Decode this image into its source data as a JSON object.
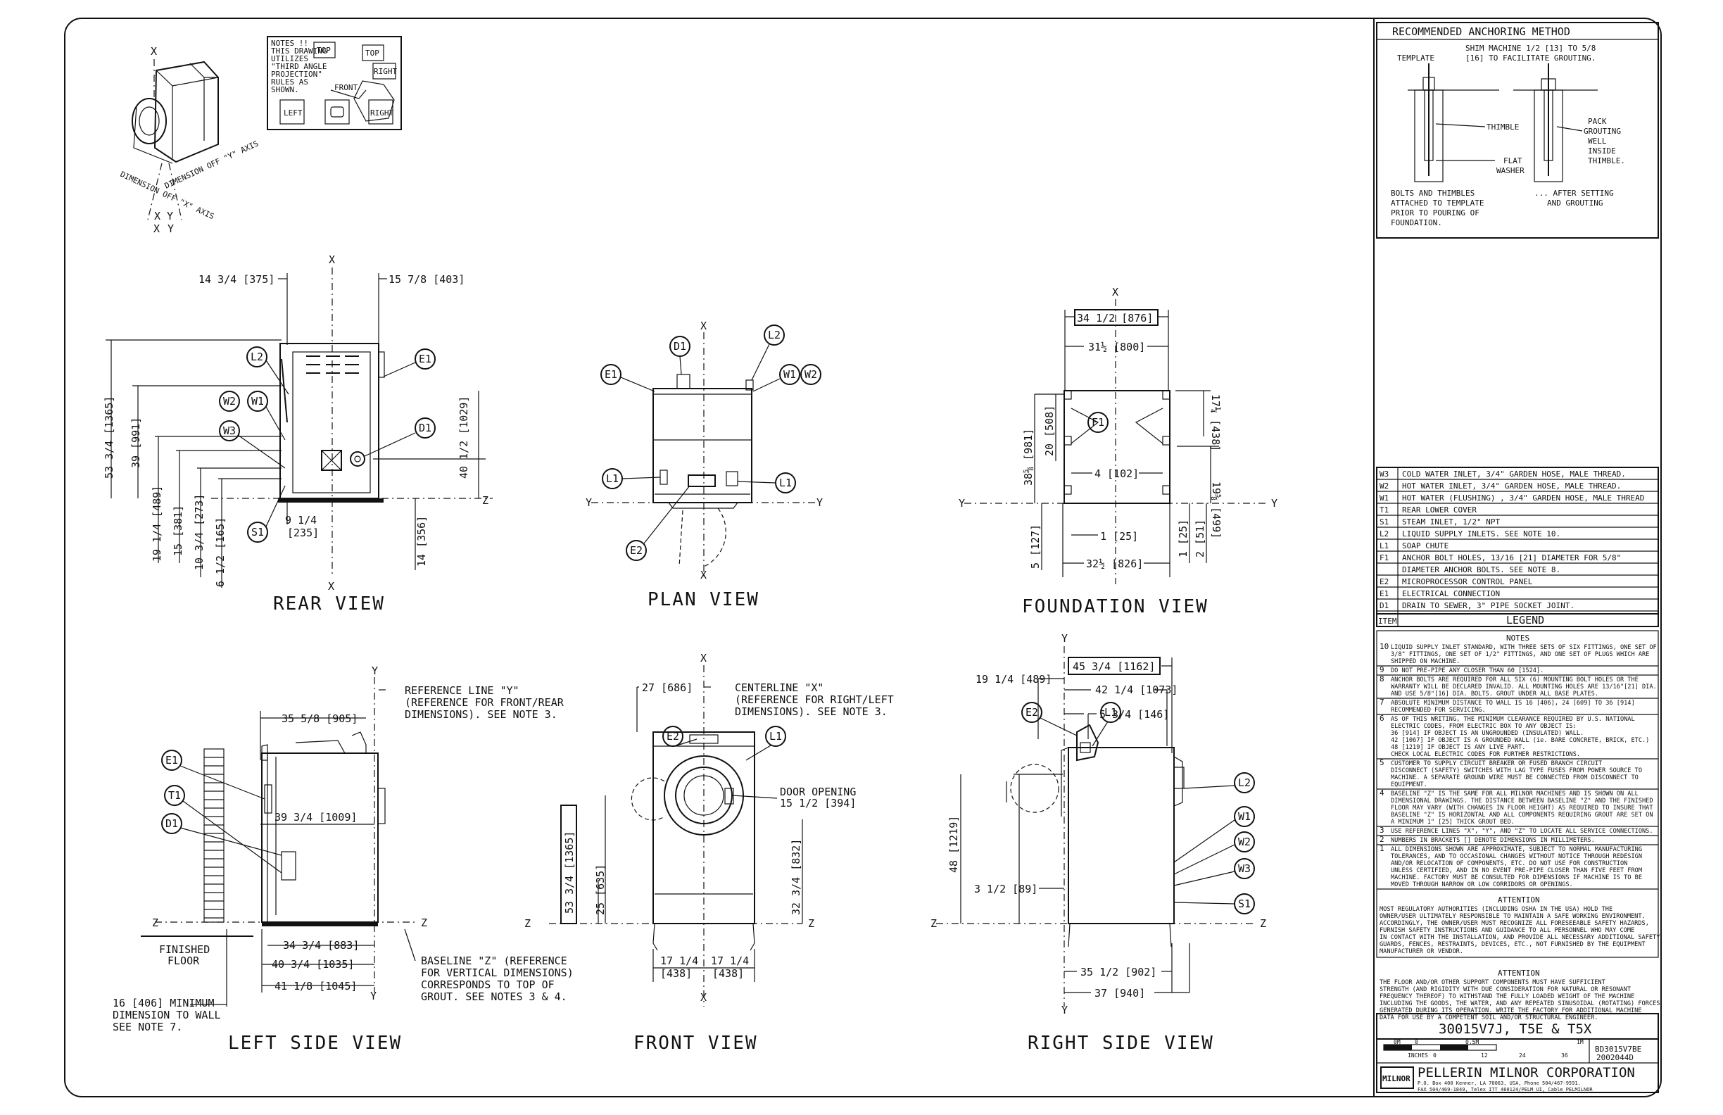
{
  "views": {
    "rear": "REAR VIEW",
    "plan": "PLAN VIEW",
    "foundation": "FOUNDATION VIEW",
    "left": "LEFT SIDE VIEW",
    "front": "FRONT VIEW",
    "right": "RIGHT SIDE VIEW"
  },
  "axes": {
    "x": "X",
    "y": "Y",
    "z": "Z"
  },
  "iso": {
    "dim_x": "DIMENSION OFF \"X\" AXIS",
    "dim_y": "DIMENSION OFF \"Y\" AXIS"
  },
  "projection_note": {
    "lines": [
      "NOTES !!",
      "THIS DRAWING",
      "UTILIZES",
      "\"THIRD ANGLE",
      "PROJECTION\"",
      "RULES AS",
      "SHOWN."
    ],
    "top": "TOP",
    "top2": "TOP",
    "right": "RIGHT",
    "front": "FRONT",
    "left": "LEFT",
    "right2": "RIGHT"
  },
  "anchoring": {
    "title": "RECOMMENDED ANCHORING METHOD",
    "template": "TEMPLATE",
    "shim": [
      "SHIM MACHINE 1/2 [13] TO 5/8",
      "[16] TO FACILITATE GROUTING."
    ],
    "thimble": "THIMBLE",
    "pack": [
      "PACK",
      "GROUTING",
      "WELL",
      "INSIDE",
      "THIMBLE."
    ],
    "flat": [
      "FLAT",
      "WASHER"
    ],
    "bolts": [
      "BOLTS AND THIMBLES",
      "ATTACHED TO TEMPLATE",
      "PRIOR TO POURING OF",
      "FOUNDATION."
    ],
    "after": [
      "... AFTER SETTING",
      "AND GROUTING"
    ]
  },
  "legend": {
    "rows": [
      {
        "code": "W3",
        "desc": "COLD WATER INLET, 3/4\" GARDEN HOSE, MALE THREAD."
      },
      {
        "code": "W2",
        "desc": "HOT WATER INLET, 3/4\" GARDEN HOSE, MALE THREAD."
      },
      {
        "code": "W1",
        "desc": "HOT WATER (FLUSHING) , 3/4\" GARDEN HOSE, MALE THREAD"
      },
      {
        "code": "T1",
        "desc": "REAR LOWER COVER"
      },
      {
        "code": "S1",
        "desc": "STEAM INLET, 1/2\" NPT"
      },
      {
        "code": "L2",
        "desc": "LIQUID SUPPLY INLETS. SEE NOTE 10."
      },
      {
        "code": "L1",
        "desc": "SOAP CHUTE"
      },
      {
        "code": "F1",
        "desc": "ANCHOR BOLT HOLES, 13/16 [21] DIAMETER FOR 5/8\""
      },
      {
        "code": "",
        "desc": "DIAMETER ANCHOR BOLTS. SEE NOTE 8."
      },
      {
        "code": "E2",
        "desc": "MICROPROCESSOR CONTROL PANEL"
      },
      {
        "code": "E1",
        "desc": "ELECTRICAL CONNECTION"
      },
      {
        "code": "D1",
        "desc": "DRAIN TO SEWER, 3\" PIPE SOCKET JOINT."
      }
    ],
    "item": "ITEM",
    "title": "LEGEND"
  },
  "notes": {
    "title": "NOTES",
    "items": [
      {
        "n": "10",
        "lines": [
          "LIQUID SUPPLY INLET STANDARD, WITH THREE SETS OF SIX FITTINGS, ONE SET OF",
          "3/8\" FITTINGS, ONE SET OF 1/2\" FITTINGS, AND ONE SET OF PLUGS WHICH ARE",
          "SHIPPED ON MACHINE."
        ]
      },
      {
        "n": "9",
        "lines": [
          "DO NOT PRE-PIPE ANY CLOSER THAN 60 [1524]."
        ]
      },
      {
        "n": "8",
        "lines": [
          "ANCHOR BOLTS ARE REQUIRED FOR ALL SIX (6) MOUNTING BOLT HOLES OR THE",
          "WARRANTY WILL BE DECLARED INVALID. ALL MOUNTING HOLES ARE 13/16\"[21] DIA.",
          "AND USE 5/8\"[16] DIA. BOLTS. GROUT UNDER ALL BASE PLATES."
        ]
      },
      {
        "n": "7",
        "lines": [
          "ABSOLUTE MINIMUM DISTANCE TO WALL IS 16 [406], 24 [609] TO 36 [914]",
          "RECOMMENDED FOR SERVICING."
        ]
      },
      {
        "n": "6",
        "lines": [
          "AS OF THIS WRITING, THE MINIMUM CLEARANCE REQUIRED BY U.S. NATIONAL",
          "ELECTRIC CODES, FROM ELECTRIC BOX TO ANY OBJECT IS:",
          "   36 [914] IF OBJECT IS AN UNGROUNDED (INSULATED) WALL.",
          "   42 [1067] IF OBJECT IS A GROUNDED WALL (ie. BARE CONCRETE, BRICK, ETC.)",
          "   48 [1219] IF OBJECT IS ANY LIVE PART.",
          "CHECK LOCAL ELECTRIC CODES FOR FURTHER RESTRICTIONS."
        ]
      },
      {
        "n": "5",
        "lines": [
          "CUSTOMER TO SUPPLY CIRCUIT BREAKER OR FUSED BRANCH CIRCUIT",
          "DISCONNECT (SAFETY) SWITCHES WITH LAG TYPE FUSES FROM POWER SOURCE TO",
          "MACHINE. A SEPARATE GROUND WIRE MUST BE CONNECTED FROM DISCONNECT TO",
          "EQUIPMENT."
        ]
      },
      {
        "n": "4",
        "lines": [
          "BASELINE \"Z\" IS THE SAME FOR ALL MILNOR MACHINES AND IS SHOWN ON ALL",
          "DIMENSIONAL DRAWINGS. THE DISTANCE BETWEEN BASELINE \"Z\" AND THE FINISHED",
          "FLOOR MAY VARY (WITH CHANGES IN FLOOR HEIGHT) AS REQUIRED TO INSURE THAT",
          "BASELINE \"Z\" IS HORIZONTAL AND ALL COMPONENTS REQUIRING GROUT ARE SET ON",
          "A MINIMUM 1\" [25] THICK GROUT BED."
        ]
      },
      {
        "n": "3",
        "lines": [
          "USE REFERENCE LINES \"X\", \"Y\", AND \"Z\" TO LOCATE ALL SERVICE CONNECTIONS."
        ]
      },
      {
        "n": "2",
        "lines": [
          "NUMBERS IN BRACKETS [] DENOTE DIMENSIONS IN MILLIMETERS."
        ]
      },
      {
        "n": "1",
        "lines": [
          "ALL DIMENSIONS SHOWN ARE APPROXIMATE, SUBJECT TO NORMAL MANUFACTURING",
          "TOLERANCES, AND TO OCCASIONAL CHANGES WITHOUT NOTICE THROUGH REDESIGN",
          "AND/OR RELOCATION OF COMPONENTS, ETC. DO NOT USE FOR CONSTRUCTION",
          "UNLESS CERTIFIED, AND IN NO EVENT PRE-PIPE CLOSER THAN FIVE FEET FROM",
          "MACHINE. FACTORY MUST BE CONSULTED FOR DIMENSIONS IF MACHINE IS TO BE",
          "MOVED THROUGH NARROW OR LOW CORRIDORS OR OPENINGS."
        ]
      }
    ],
    "attention1_title": "ATTENTION",
    "attention1": [
      "MOST REGULATORY AUTHORITIES (INCLUDING OSHA IN THE USA) HOLD THE",
      "OWNER/USER ULTIMATELY RESPONSIBLE TO MAINTAIN A SAFE WORKING ENVIRONMENT.",
      "ACCORDINGLY, THE OWNER/USER MUST RECOGNIZE ALL FORESEEABLE SAFETY HAZARDS,",
      "FURNISH SAFETY INSTRUCTIONS AND GUIDANCE TO ALL PERSONNEL WHO MAY COME",
      "IN CONTACT WITH THE INSTALLATION, AND PROVIDE ALL NECESSARY ADDITIONAL SAFETY",
      "GUARDS, FENCES, RESTRAINTS, DEVICES, ETC., NOT FURNISHED BY THE EQUIPMENT",
      "MANUFACTURER OR VENDOR."
    ],
    "attention2_title": "ATTENTION",
    "attention2": [
      "THE FLOOR AND/OR OTHER SUPPORT COMPONENTS MUST HAVE SUFFICIENT",
      "STRENGTH (AND RIGIDITY WITH DUE CONSIDERATION FOR NATURAL OR RESONANT",
      "FREQUENCY THEREOF) TO WITHSTAND THE FULLY LOADED WEIGHT OF THE MACHINE",
      "INCLUDING THE GOODS, THE WATER, AND ANY REPEATED SINUSOIDAL (ROTATING) FORCES",
      "GENERATED DURING ITS OPERATION. WRITE THE FACTORY FOR ADDITIONAL MACHINE",
      "DATA FOR USE BY A COMPETENT SOIL AND/OR STRUCTURAL ENGINEER."
    ]
  },
  "title_block": {
    "model": "30015V7J, T5E & T5X",
    "scale_top": [
      "0M",
      "0",
      "0.5M",
      "1M"
    ],
    "scale_bot": [
      "INCHES",
      "0",
      "12",
      "24",
      "36"
    ],
    "drawing_no": "BD3015V7BE",
    "rev": "2002044D",
    "logo": "MILNOR",
    "company": "PELLERIN MILNOR CORPORATION",
    "address1": "P.O. Box 400 Kenner, LA 70063, USA, Phone 504/467-9591.",
    "address2": "FAX 504/469-1849, Telex ITT 460124/PELM UI, Cable PELMILNOR"
  },
  "dims": {
    "rear": {
      "a": "14 3/4 [375]",
      "b": "15 7/8 [403]",
      "h1": "53 3/4 [1365]",
      "h2": "39 [991]",
      "h3": "19 1/4 [489]",
      "h4": "15 [381]",
      "h5": "10 3/4 [273]",
      "h6": "6 1/2 [165]",
      "d1": "9 1/4",
      "d1b": "[235]",
      "r1": "40 1/2 [1029]",
      "r2": "14 [356]"
    },
    "foundation": {
      "w1": "34 1/2 [876]",
      "w2": "31½ [800]",
      "h1": "17¼ [438]",
      "h2": "38⅝ [981]",
      "h3": "20 [508]",
      "c": "4 [102]",
      "h4": "19⅝ [499]",
      "s1": "1 [25]",
      "s2": "32½ [826]",
      "v1": "5 [127]",
      "v2": "1 [25]",
      "v3": "2 [51]"
    },
    "left": {
      "ref_y": [
        "REFERENCE LINE \"Y\"",
        "(REFERENCE FOR FRONT/REAR",
        "DIMENSIONS). SEE NOTE 3."
      ],
      "a": "35 5/8 [905]",
      "b": "39 3/4 [1009]",
      "c": "34 3/4 [883]",
      "d": "40 3/4 [1035]",
      "e": "41 1/8 [1045]",
      "floor": [
        "FINISHED",
        "FLOOR"
      ],
      "wall": [
        "16 [406] MINIMUM",
        "DIMENSION TO WALL",
        "SEE NOTE 7."
      ],
      "base": [
        "BASELINE \"Z\" (REFERENCE",
        "FOR VERTICAL DIMENSIONS)",
        "CORRESPONDS TO TOP OF",
        "GROUT. SEE NOTES 3 & 4."
      ]
    },
    "front": {
      "a": "27 [686]",
      "cl": [
        "CENTERLINE \"X\"",
        "(REFERENCE FOR RIGHT/LEFT",
        "DIMENSIONS). SEE NOTE 3."
      ],
      "door": [
        "DOOR OPENING",
        "15 1/2 [394]"
      ],
      "h1": "53 3/4 [1365]",
      "h2": "25 [635]",
      "h3": "32 3/4 [832]",
      "w1": "17 1/4",
      "w1b": "[438]",
      "w2": "17 1/4",
      "w2b": "[438]"
    },
    "right": {
      "a": "45 3/4 [1162]",
      "b": "19 1/4 [489]",
      "c": "42 1/4 [1073]",
      "d": "5 3/4 [146]",
      "h1": "48 [1219]",
      "e": "3 1/2 [89]",
      "f": "35 1/2 [902]",
      "g": "37 [940]"
    }
  },
  "callouts": {
    "L2": "L2",
    "E1": "E1",
    "W2": "W2",
    "W1": "W1",
    "W3": "W3",
    "D1": "D1",
    "S1": "S1",
    "E2": "E2",
    "L1": "L1",
    "F1": "F1",
    "T1": "T1"
  }
}
